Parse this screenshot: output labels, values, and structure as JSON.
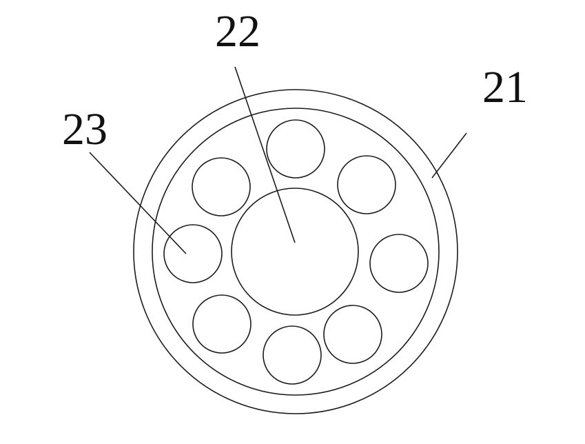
{
  "labels": {
    "outer_ring": "21",
    "center": "22",
    "small_circle": "23"
  },
  "colors": {
    "stroke": "#1a1a1a",
    "text": "#111111",
    "background": "#ffffff"
  },
  "small_circle_count": 8
}
